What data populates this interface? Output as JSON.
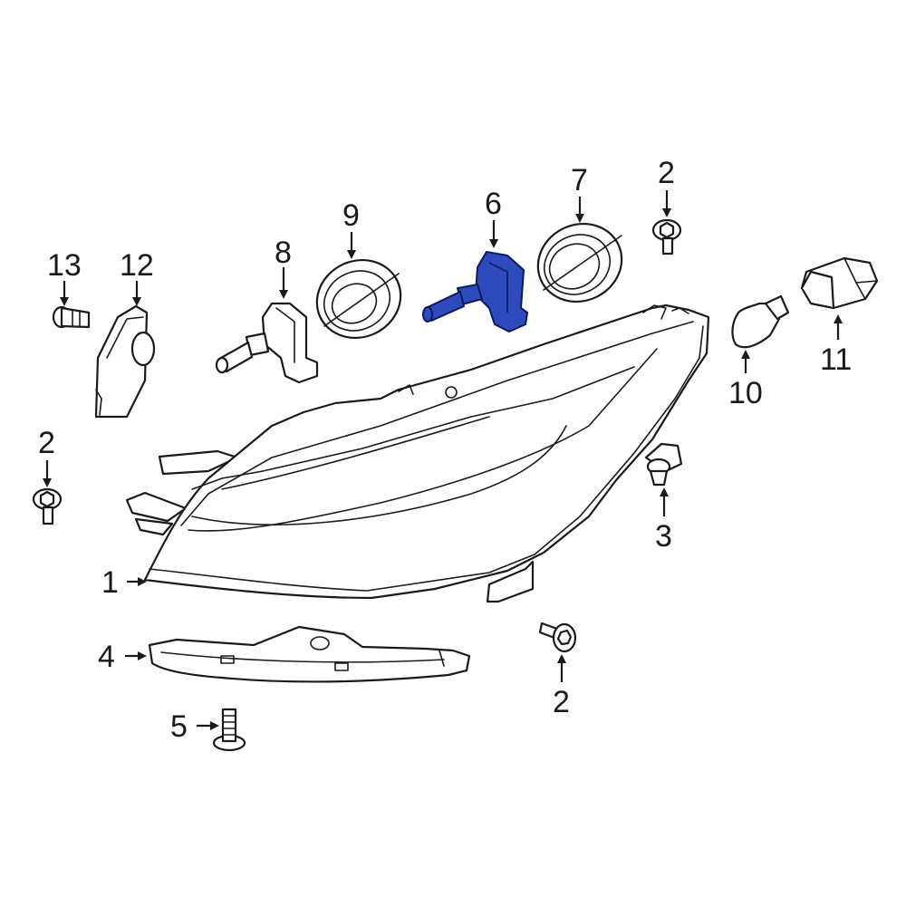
{
  "highlight_color": "#2d4bbd",
  "highlighted_part": "6",
  "callouts": {
    "c1": "1",
    "c2a": "2",
    "c2b": "2",
    "c2c": "2",
    "c3": "3",
    "c4": "4",
    "c5": "5",
    "c6": "6",
    "c7": "7",
    "c8": "8",
    "c9": "9",
    "c10": "10",
    "c11": "11",
    "c12": "12",
    "c13": "13"
  }
}
